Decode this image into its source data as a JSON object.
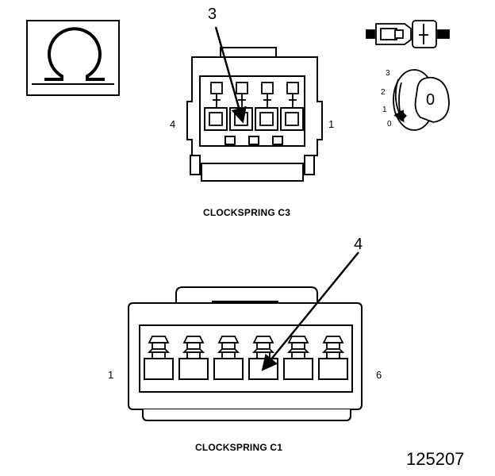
{
  "symbol": {
    "name": "ohm-icon",
    "glyph": "Ω"
  },
  "connector_c3": {
    "title": "CLOCKSPRING C3",
    "pin_left": "4",
    "pin_right": "1",
    "callout": "3"
  },
  "connector_c1": {
    "title": "CLOCKSPRING C1",
    "pin_left": "1",
    "pin_right": "6",
    "callout": "4"
  },
  "ignition_switch": {
    "positions": [
      "3",
      "2",
      "1",
      "0"
    ],
    "key_label": "0"
  },
  "figure_number": "125207",
  "colors": {
    "line": "#000000",
    "background": "#ffffff"
  }
}
